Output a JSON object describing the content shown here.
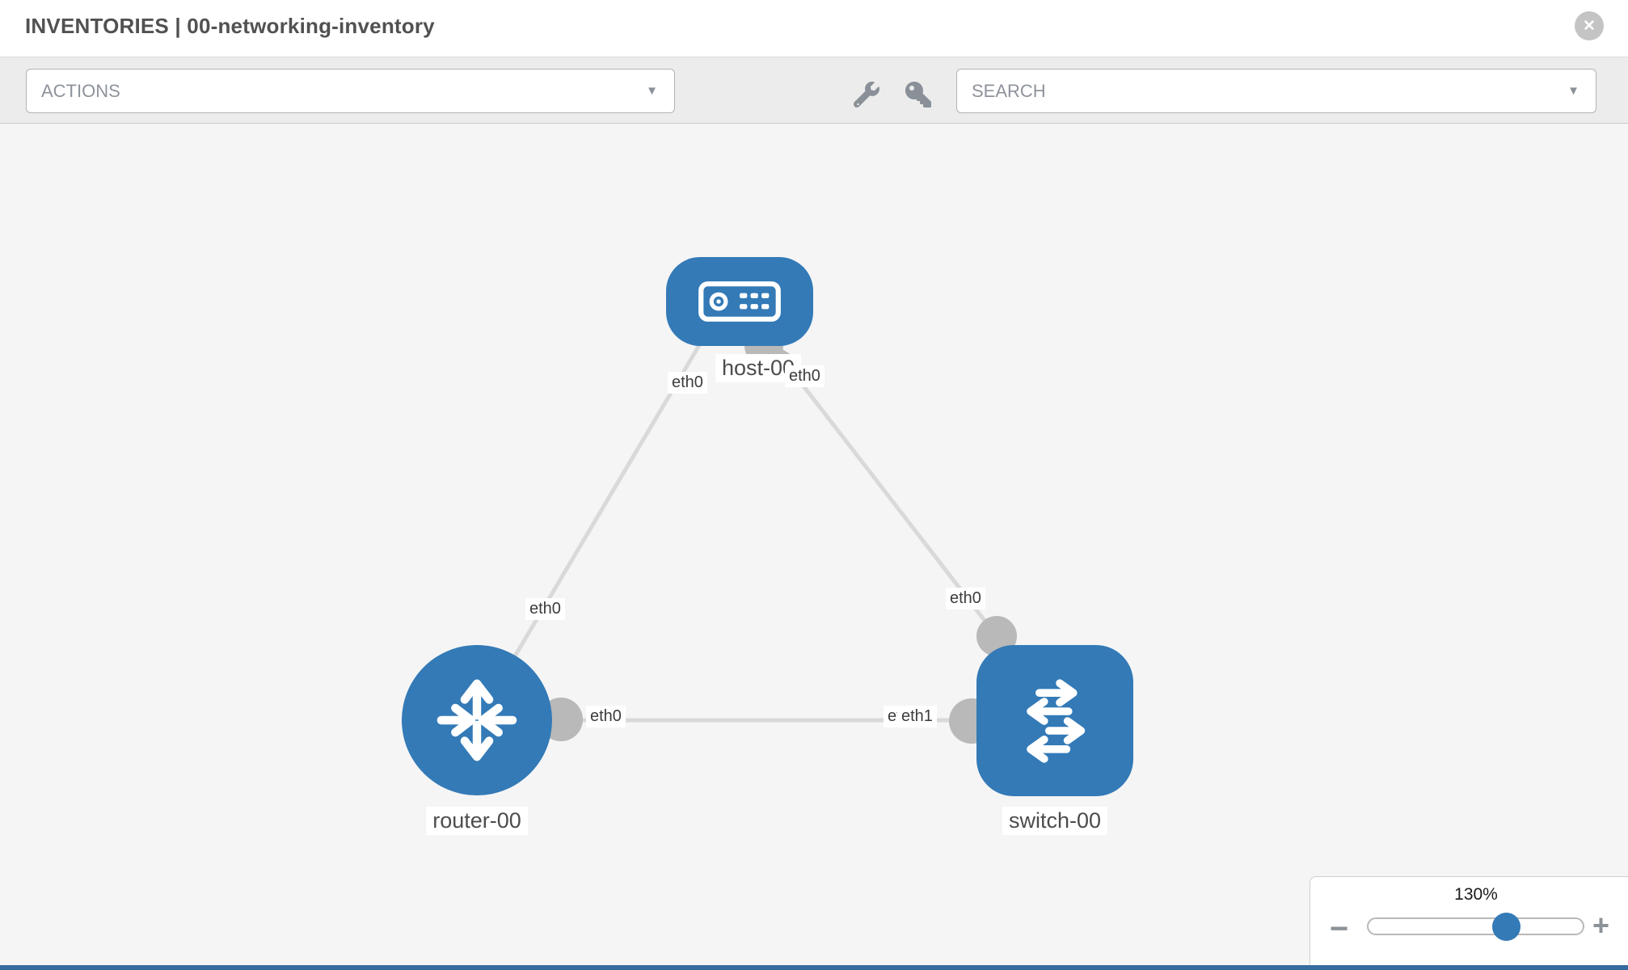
{
  "header": {
    "title": "INVENTORIES | 00-networking-inventory",
    "close_label": "✕"
  },
  "toolbar": {
    "actions_label": "ACTIONS",
    "search_label": "SEARCH",
    "caret": "▼",
    "icons": [
      "wrench-icon",
      "key-icon"
    ]
  },
  "topology": {
    "nodes": {
      "host": "host-00",
      "router": "router-00",
      "switch": "switch-00"
    },
    "interfaces": {
      "host_on_router_link": "eth0",
      "host_on_switch_link": "eth0",
      "router_on_host_link": "eth0",
      "switch_on_host_link": "eth0",
      "router_on_switch_link": "eth0",
      "switch_on_router_link_under": "eth0",
      "switch_on_router_link_over": "eth1"
    },
    "links": [
      {
        "source": "host-00",
        "target": "router-00"
      },
      {
        "source": "host-00",
        "target": "switch-00"
      },
      {
        "source": "router-00",
        "target": "switch-00"
      }
    ]
  },
  "zoom_control": {
    "level": "130%",
    "minus_label": "−",
    "plus_label": "+"
  },
  "colors": {
    "node_blue": "#337ab7",
    "slider_knob_blue": "#337ab7",
    "link_gray": "#d9d9d9",
    "port_gray": "#b9b9b9",
    "bottom_bar_blue": "#366b9f"
  }
}
